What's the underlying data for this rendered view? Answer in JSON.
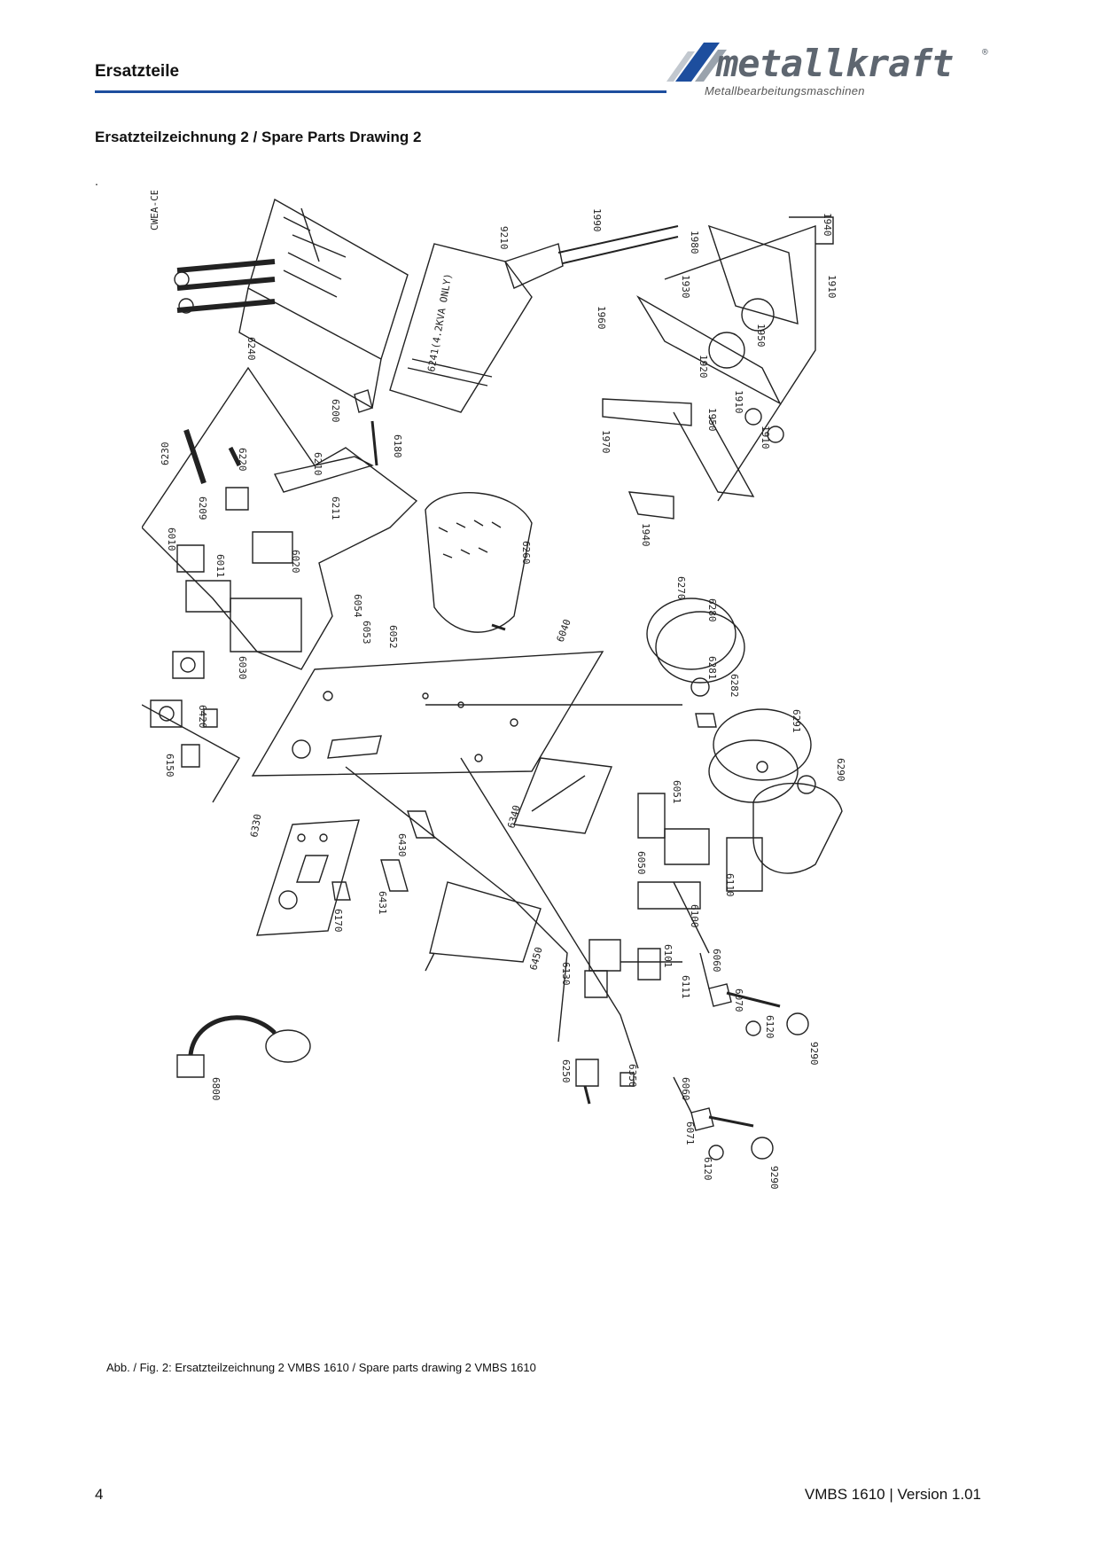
{
  "header": {
    "section": "Ersatzteile",
    "logo_text": "metallkraft",
    "logo_registered": "®",
    "logo_subtitle": "Metallbearbeitungsmaschinen"
  },
  "title": "Ersatzteilzeichnung 2 / Spare Parts Drawing 2",
  "dot": ".",
  "drawing": {
    "labels": {
      "cwea": "CWEA-CE2",
      "p6240": "6240",
      "p6241": "6241(4.2KVA ONLY)",
      "p9210": "9210",
      "p1990": "1990",
      "p1980": "1980",
      "p1940a": "1940",
      "p1910a": "1910",
      "p1930": "1930",
      "p1960": "1960",
      "p1950a": "1950",
      "p1920": "1920",
      "p1970": "1970",
      "p1950b": "1950",
      "p1910b": "1910",
      "p1910c": "1910",
      "p1940b": "1940",
      "p6200": "6200",
      "p6180": "6180",
      "p6230": "6230",
      "p6220": "6220",
      "p6210": "6210",
      "p6211": "6211",
      "p6209": "6209",
      "p6010": "6010",
      "p6011": "6011",
      "p6020": "6020",
      "p6260": "6260",
      "p6054": "6054",
      "p6053": "6053",
      "p6052": "6052",
      "p6040": "6040",
      "p6270": "6270",
      "p6280": "6280",
      "p6281": "6281",
      "p6282": "6282",
      "p6291": "6291",
      "p6290": "6290",
      "p6030": "6030",
      "p6420": "6420",
      "p6150": "6150",
      "p6340": "6340",
      "p6051": "6051",
      "p6050": "6050",
      "p6110": "6110",
      "p6100": "6100",
      "p6330": "6330",
      "p6430": "6430",
      "p6431": "6431",
      "p6170": "6170",
      "p6450": "6450",
      "p6060a": "6060",
      "p6070": "6070",
      "p6120a": "6120",
      "p9290a": "9290",
      "p6130": "6130",
      "p6101": "6101",
      "p6111": "6111",
      "p6800": "6800",
      "p6250": "6250",
      "p6350": "6350",
      "p6060b": "6060",
      "p6071": "6071",
      "p6120b": "6120",
      "p9290b": "9290"
    }
  },
  "caption": "Abb. / Fig. 2: Ersatzteilzeichnung 2 VMBS 1610 / Spare parts drawing 2 VMBS 1610",
  "footer": {
    "page": "4",
    "version": "VMBS 1610 | Version 1.01"
  }
}
